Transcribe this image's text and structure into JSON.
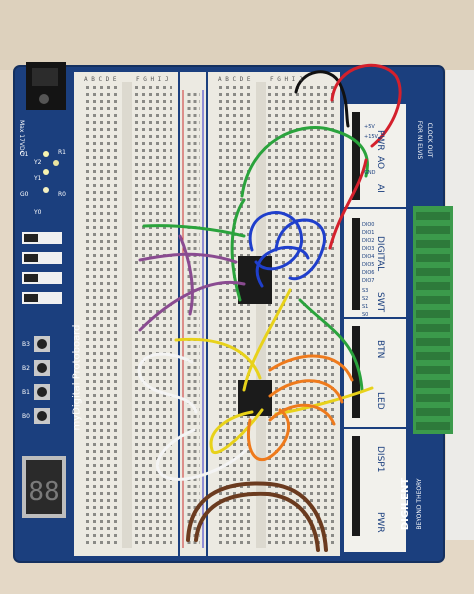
{
  "board": {
    "name": "myDigital Protoboard",
    "brand": "DIGILENT",
    "tagline": "BEYOND THEORY",
    "top_label_1": "FOR NI ELVIS",
    "top_label_2": "CLOCK OUT",
    "power_label": "Max 17VDC",
    "gnd_label": "GND"
  },
  "breadboard": {
    "columns_left": "A B C D E",
    "columns_right": "F G H I J"
  },
  "panel": {
    "sections": [
      "PWR",
      "AO",
      "AI",
      "DIGITAL",
      "SWT",
      "BTN",
      "LED",
      "DISP1",
      "PWR"
    ],
    "voltage_labels": [
      "+5V",
      "+15V",
      "GND"
    ],
    "dio_labels": [
      "DIO0",
      "DIO1",
      "DIO2",
      "DIO3",
      "DIO4",
      "DIO5",
      "DIO6",
      "DIO7"
    ],
    "switch_labels": [
      "S3",
      "S2",
      "S1",
      "S0"
    ]
  },
  "left_strip": {
    "leds": [
      "G1",
      "G0",
      "R1",
      "R0",
      "Y2",
      "Y1",
      "Y0"
    ],
    "buttons": [
      "B3",
      "B2",
      "B1",
      "B0"
    ],
    "display": "88"
  },
  "colors": {
    "board_blue": "#1a3f7d",
    "breadboard": "#eceae2",
    "terminal_green": "#3b9a4b"
  }
}
